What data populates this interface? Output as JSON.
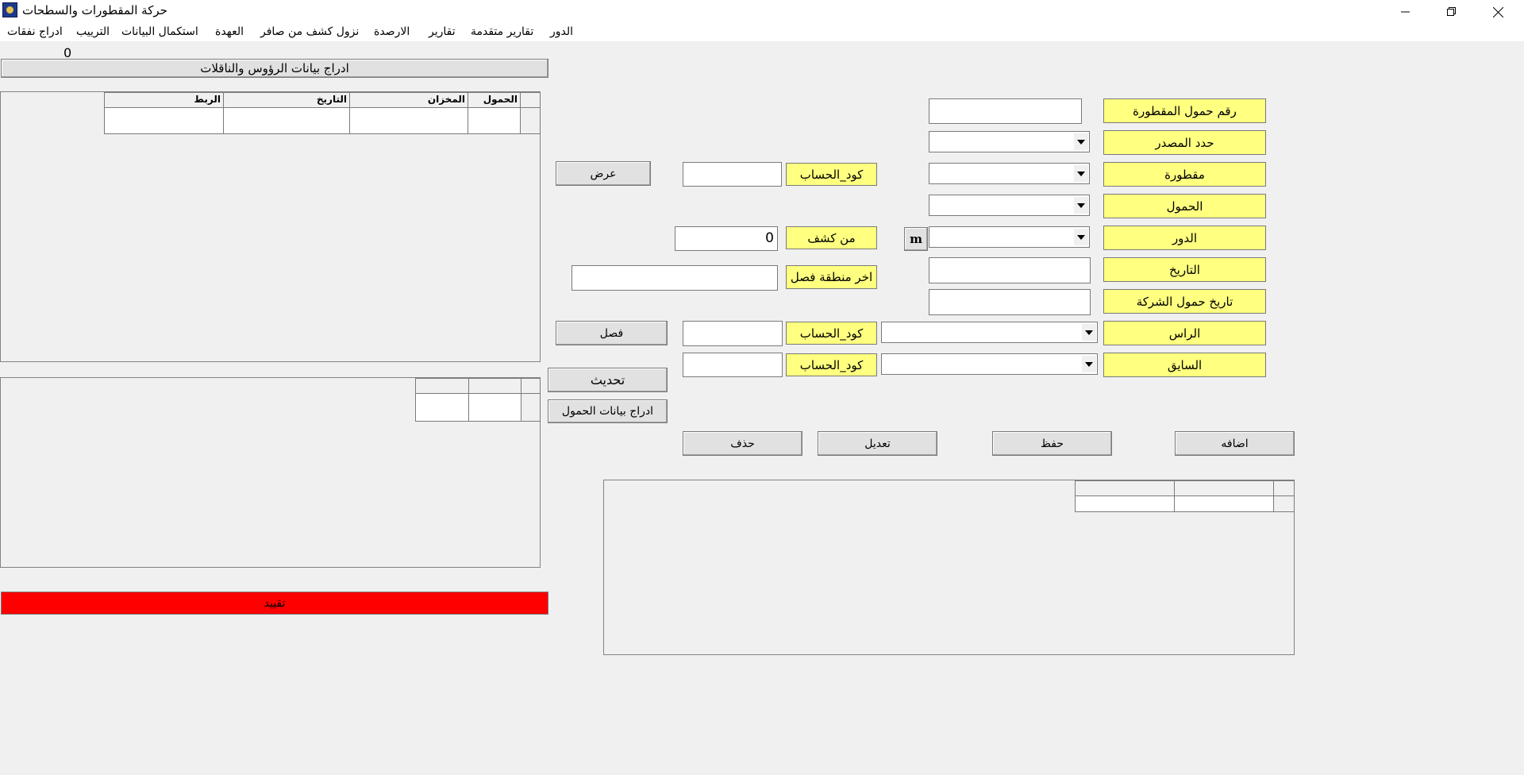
{
  "window": {
    "title": "حركة المقطورات والسطحات"
  },
  "menu": {
    "items": [
      "الدور",
      "تقارير متقدمة",
      "تقارير",
      "الارصدة",
      "نزول كشف من صافر",
      "العهدة",
      "استكمال البيانات",
      "الترييب",
      "ادراج نفقات"
    ]
  },
  "top": {
    "counter": "0",
    "insert_heads_button": "ادراج بيانات الرؤوس والناقلات"
  },
  "grid1": {
    "headers": [
      "الحمول",
      "المخزان",
      "التاريخ",
      "الربط"
    ]
  },
  "form": {
    "labels": {
      "trailer_load_number": "رقم حمول المقطورة",
      "select_source": "حدد المصدر",
      "trailer": "مقطورة",
      "loads": "الحمول",
      "turn": "الدور",
      "date": "التاريخ",
      "company_load_date": "تاريخ حمول الشركة",
      "head": "الراس",
      "driver": "السايق",
      "account_code_1": "كود_الحساب",
      "account_code_2": "كود_الحساب",
      "account_code_3": "كود_الحساب",
      "from_statement": "من كشف",
      "last_separation_area": "اخر منطقة فصل"
    },
    "values": {
      "from_statement": "0"
    },
    "m_button": "m"
  },
  "buttons": {
    "show": "عرض",
    "separate": "فصل",
    "update": "تحديث",
    "insert_loads": "ادراج بيانات الحمول",
    "add": "اضافه",
    "save": "حفظ",
    "edit": "تعديل",
    "delete": "حذف",
    "post": "تقييد"
  },
  "colors": {
    "label_bg": "#ffff80",
    "post_button_bg": "#ff0000",
    "window_bg": "#f0f0f0"
  }
}
